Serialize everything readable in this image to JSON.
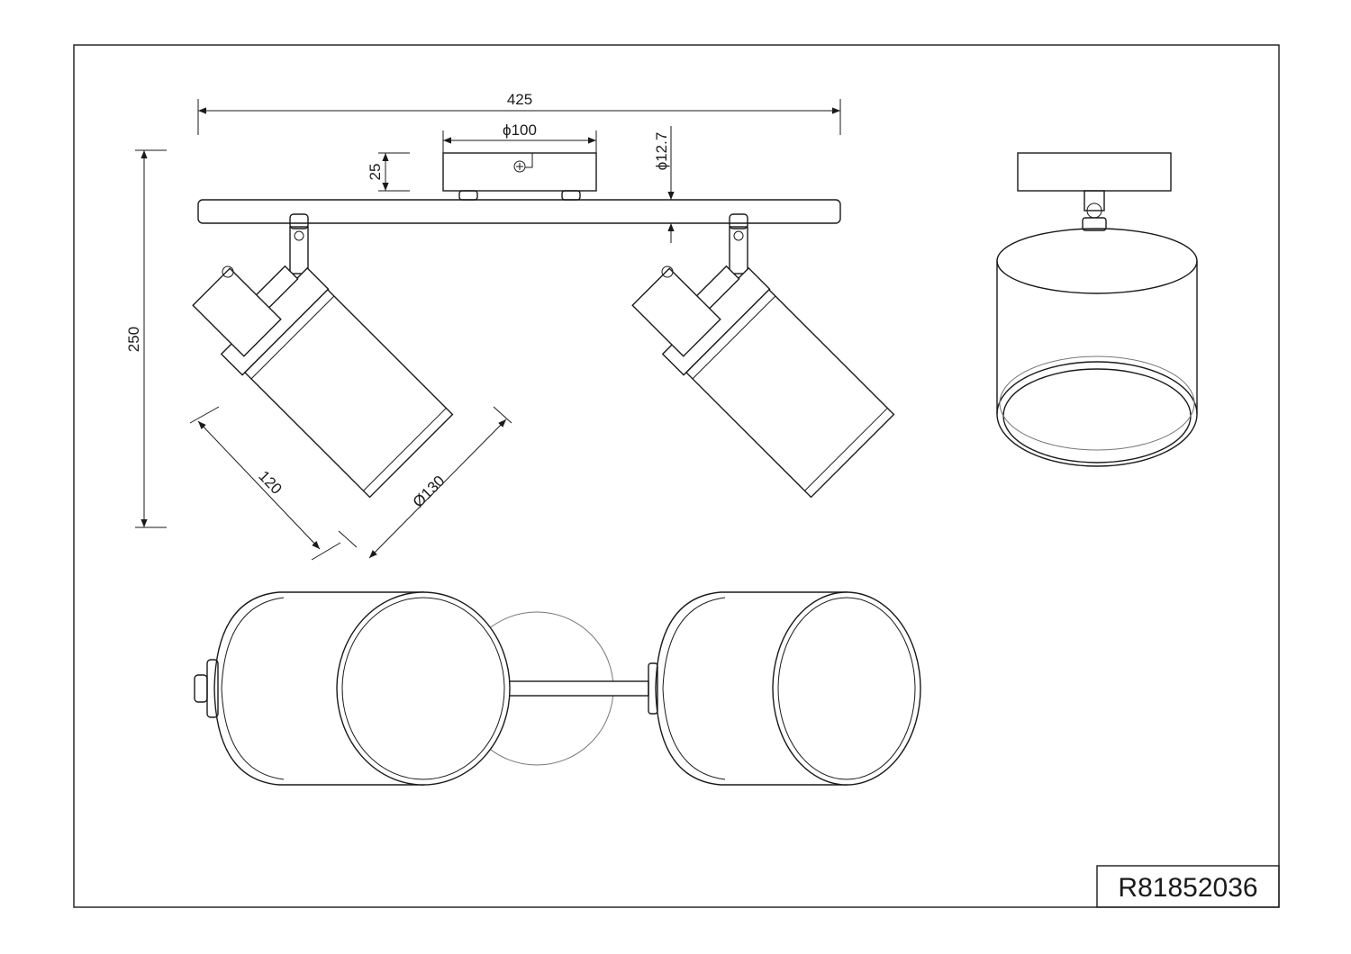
{
  "drawing": {
    "dimensions": {
      "overall_length": "425",
      "canopy_diameter": "ϕ100",
      "canopy_height": "25",
      "rod_diameter": "ϕ12.7",
      "total_height": "250",
      "shade_length": "120",
      "shade_diameter": "Ø130"
    },
    "product_code": "R81852036",
    "colors": {
      "line": "#1a1a1a",
      "background": "#ffffff"
    }
  }
}
